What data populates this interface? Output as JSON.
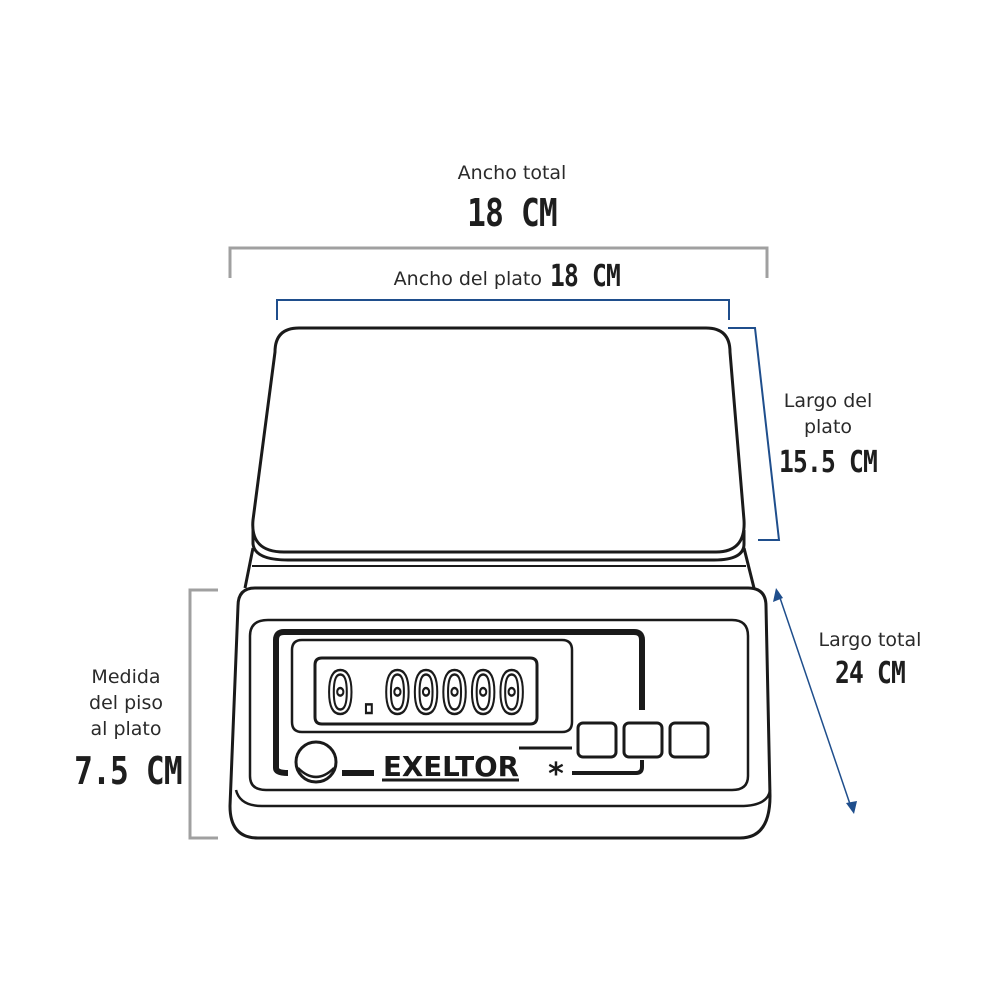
{
  "total_width": {
    "label": "Ancho total",
    "value": "18 CM"
  },
  "plate_width": {
    "label": "Ancho del plato",
    "value": "18 CM"
  },
  "plate_length": {
    "label_line1": "Largo del",
    "label_line2": "plato",
    "value": "15.5 CM"
  },
  "total_length": {
    "label": "Largo total",
    "value": "24 CM"
  },
  "floor_height": {
    "label_line1": "Medida",
    "label_line2": "del piso",
    "label_line3": "al plato",
    "value": "7.5 CM"
  },
  "scale": {
    "display_reading": "0.00000",
    "brand": "EXELTOR",
    "brand_mark": "*"
  },
  "colors": {
    "outline": "#1a1a1a",
    "dimension_gray": "#a0a0a0",
    "dimension_blue": "#1f4e8c"
  }
}
